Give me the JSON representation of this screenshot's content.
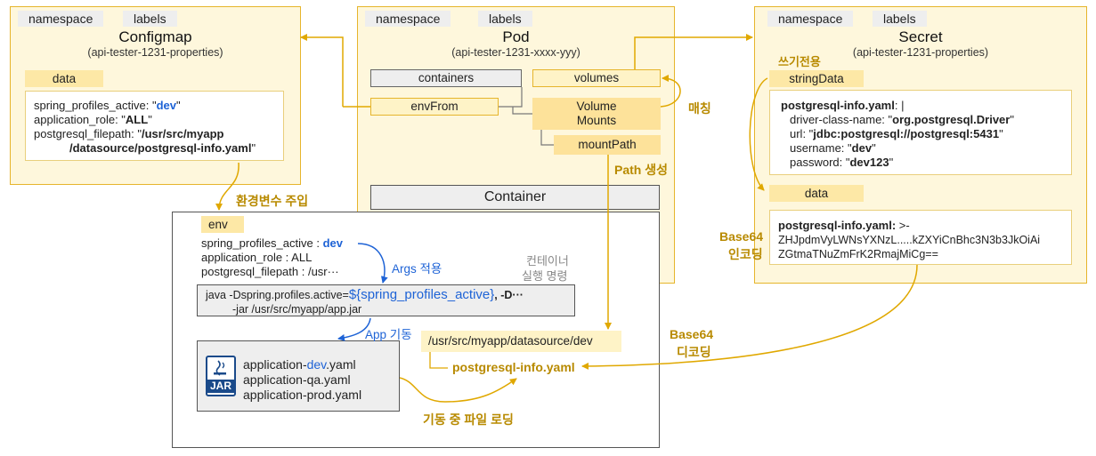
{
  "common": {
    "namespace_tag": "namespace",
    "labels_tag": "labels"
  },
  "configmap": {
    "title": "Configmap",
    "subtitle": "(api-tester-1231-properties)",
    "data_label": "data",
    "lines": [
      {
        "key": "spring_profiles_active: \"",
        "value": "dev",
        "end": "\""
      },
      {
        "key": "application_role: \"",
        "value": "ALL",
        "end": "\""
      },
      {
        "key": "postgresql_filepath: \"",
        "value": "/usr/src/myapp",
        "end": ""
      },
      {
        "key": "",
        "value": "/datasource/postgresql-info.yaml",
        "end": "\""
      }
    ]
  },
  "pod": {
    "title": "Pod",
    "subtitle": "(api-tester-1231-xxxx-yyy)",
    "containers": "containers",
    "volumes": "volumes",
    "envfrom": "envFrom",
    "volume_mounts_1": "Volume",
    "volume_mounts_2": "Mounts",
    "mount_path": "mountPath",
    "container": "Container"
  },
  "secret": {
    "title": "Secret",
    "subtitle": "(api-tester-1231-properties)",
    "write_only": "쓰기전용",
    "stringdata_label": "stringData",
    "stringdata": {
      "file_key": "postgresql-info.yaml",
      "file_sep": ": |",
      "lines": [
        {
          "key": "driver-class-name: \"",
          "value": "org.postgresql.Driver",
          "end": "\""
        },
        {
          "key": "url: \"",
          "value": "jdbc:postgresql://postgresql:5431",
          "end": "\""
        },
        {
          "key": "username: \"",
          "value": "dev",
          "end": "\""
        },
        {
          "key": "password: \"",
          "value": "dev123",
          "end": "\""
        }
      ]
    },
    "data_label": "data",
    "data": {
      "file_key": "postgresql-info.yaml:",
      "file_sep": " >-",
      "line1": "ZHJpdmVyLWNsYXNzL.....kZXYiCnBhc3N3b3JkOiAi",
      "line2": "ZGtmaTNuZmFrK2RmajMiCg=="
    }
  },
  "container_area": {
    "env_label": "env",
    "env_lines": [
      {
        "key": "spring_profiles_active : ",
        "value": "dev"
      },
      {
        "key": "application_role : ALL",
        "value": ""
      },
      {
        "key": "postgresql_filepath : /usr···",
        "value": ""
      }
    ],
    "cmd_line1_pre": "java -Dspring.profiles.active=",
    "cmd_line1_var": "${spring_profiles_active}",
    "cmd_line1_post": ", -D···",
    "cmd_line2": "-jar /usr/src/myapp/app.jar",
    "jar_files": [
      {
        "pre": "application-",
        "hl": "dev",
        "post": ".yaml"
      },
      {
        "pre": "application-qa.yaml",
        "hl": "",
        "post": ""
      },
      {
        "pre": "application-prod.yaml",
        "hl": "",
        "post": ""
      }
    ],
    "jar_icon_text": "JAR",
    "datasource_path": "/usr/src/myapp/datasource/dev",
    "postgres_file": "postgresql-info.yaml"
  },
  "annotations": {
    "env_inject": "환경변수 주입",
    "match": "매칭",
    "path_create": "Path 생성",
    "args_apply": "Args 적용",
    "container_exec_1": "컨테이너",
    "container_exec_2": "실행 명령",
    "app_start": "App 기동",
    "base64_decode_1": "Base64",
    "base64_decode_2": "디코딩",
    "base64_encode_1": "Base64",
    "base64_encode_2": "인코딩",
    "file_loading": "기동 중 파일 로딩"
  },
  "colors": {
    "panel_bg": "#fef7dc",
    "panel_border": "#e6b52c",
    "yellow_box": "#fde8a6",
    "gold_text": "#b88a00",
    "blue": "#1e63d6",
    "arrow": "#e0a800"
  }
}
